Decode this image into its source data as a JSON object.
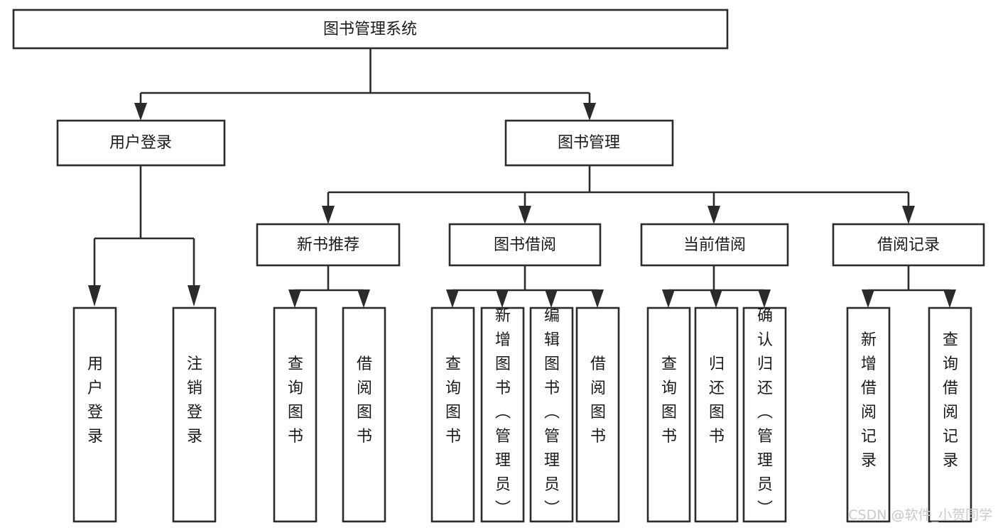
{
  "diagram": {
    "type": "tree-hierarchy",
    "orientation": "top-down",
    "root": {
      "id": "root",
      "label": "图书管理系统"
    },
    "level2": [
      {
        "id": "user-login",
        "label": "用户登录"
      },
      {
        "id": "book-manage",
        "label": "图书管理"
      }
    ],
    "level3": [
      {
        "id": "new-book-recommend",
        "label": "新书推荐",
        "parent": "book-manage"
      },
      {
        "id": "book-borrow",
        "label": "图书借阅",
        "parent": "book-manage"
      },
      {
        "id": "current-borrow",
        "label": "当前借阅",
        "parent": "book-manage"
      },
      {
        "id": "borrow-record",
        "label": "借阅记录",
        "parent": "book-manage"
      }
    ],
    "leaves": [
      {
        "id": "leaf-user-login",
        "label": "用户登录",
        "parent": "user-login"
      },
      {
        "id": "leaf-user-logout",
        "label": "注销登录",
        "parent": "user-login"
      },
      {
        "id": "leaf-query-book-1",
        "label": "查询图书",
        "parent": "new-book-recommend"
      },
      {
        "id": "leaf-borrow-book-1",
        "label": "借阅图书",
        "parent": "new-book-recommend"
      },
      {
        "id": "leaf-query-book-2",
        "label": "查询图书",
        "parent": "book-borrow"
      },
      {
        "id": "leaf-add-book",
        "label": "新增图书（管理员）",
        "parent": "book-borrow"
      },
      {
        "id": "leaf-edit-book",
        "label": "编辑图书（管理员）",
        "parent": "book-borrow"
      },
      {
        "id": "leaf-borrow-book-2",
        "label": "借阅图书",
        "parent": "book-borrow"
      },
      {
        "id": "leaf-query-book-3",
        "label": "查询图书",
        "parent": "current-borrow"
      },
      {
        "id": "leaf-return-book",
        "label": "归还图书",
        "parent": "current-borrow"
      },
      {
        "id": "leaf-confirm-return",
        "label": "确认归还（管理员）",
        "parent": "current-borrow"
      },
      {
        "id": "leaf-add-record",
        "label": "新增借阅记录",
        "parent": "borrow-record"
      },
      {
        "id": "leaf-query-record",
        "label": "查询借阅记录",
        "parent": "borrow-record"
      }
    ],
    "colors": {
      "box_stroke": "#2b2b2b",
      "box_fill": "#ffffff",
      "text": "#1a1a1a",
      "connector": "#2b2b2b",
      "watermark": "#c9c9c9",
      "background": "#ffffff"
    }
  },
  "watermark": {
    "text": "CSDN @软件_小贺同学"
  }
}
